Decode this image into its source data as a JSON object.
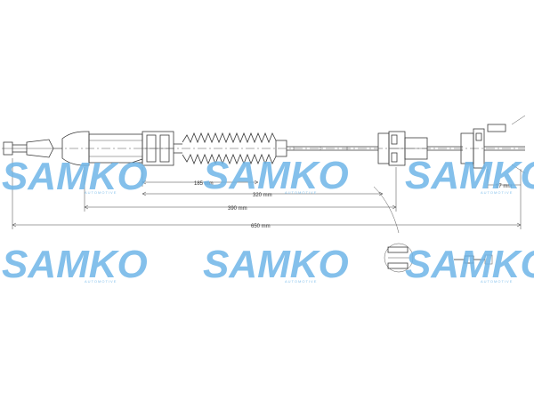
{
  "watermark": {
    "brand": "SAMKO",
    "tagline": "AUTOMOTIVE",
    "color": "#6fb6e8"
  },
  "dimensions": {
    "d1": "185 mm",
    "d2": "320 mm",
    "d3": "390 mm",
    "d4": "650 mm",
    "d5": "17 mm"
  },
  "line_color": "#3a3a3a"
}
